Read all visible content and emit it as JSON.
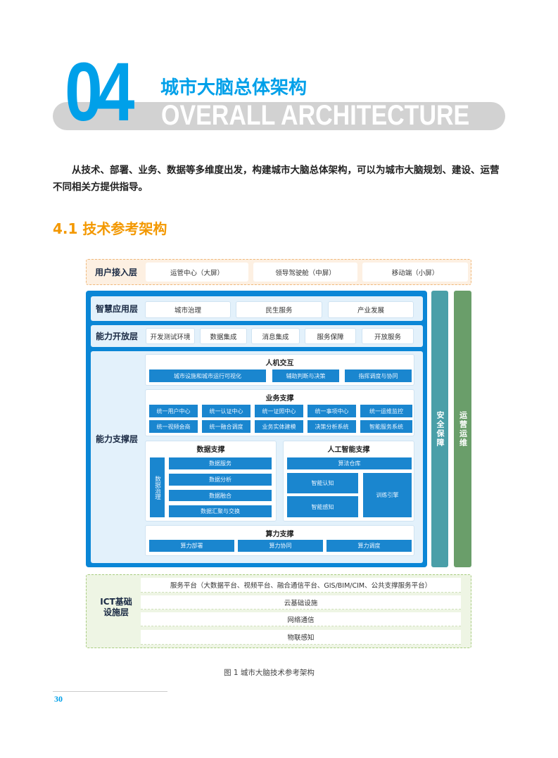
{
  "chapter": {
    "number": "04",
    "title_zh": "城市大脑总体架构",
    "title_en": "OVERALL ARCHITECTURE"
  },
  "intro": "从技术、部署、业务、数据等多维度出发，构建城市大脑总体架构，可以为城市大脑规划、建设、运营不同相关方提供指导。",
  "section": "4.1  技术参考架构",
  "diagram": {
    "user_layer": {
      "label": "用户接入层",
      "items": [
        "运管中心（大屏）",
        "领导驾驶舱（中屏）",
        "移动端（小屏）"
      ]
    },
    "app_layer": {
      "label": "智慧应用层",
      "items": [
        "城市治理",
        "民生服务",
        "产业发展"
      ]
    },
    "open_layer": {
      "label": "能力开放层",
      "items": [
        "开发测试环境",
        "数据集成",
        "消息集成",
        "服务保障",
        "开放服务"
      ]
    },
    "support_layer": {
      "label": "能力支撑层",
      "hci": {
        "title": "人机交互",
        "items": [
          "城市设施和城市运行可视化",
          "辅助判断与决策",
          "指挥调度与协同"
        ]
      },
      "biz": {
        "title": "业务支撑",
        "items": [
          "统一用户中心",
          "统一认证中心",
          "统一证照中心",
          "统一事项中心",
          "统一运维监控",
          "统一视频会商",
          "统一融合调度",
          "业务实体建模",
          "决策分析系统",
          "智能服务系统"
        ]
      },
      "data": {
        "title": "数据支撑",
        "governance": "数据治理",
        "items": [
          "数据服务",
          "数据分析",
          "数据融合",
          "数据汇聚与交换"
        ]
      },
      "ai": {
        "title": "人工智能支撑",
        "repo": "算法仓库",
        "cognition": "智能认知",
        "perception": "智能感知",
        "engine": "训练引擎"
      },
      "compute": {
        "title": "算力支撑",
        "items": [
          "算力部署",
          "算力协同",
          "算力调度"
        ]
      }
    },
    "security": "安全保障",
    "ops": "运营运维",
    "ict": {
      "label": "ICT基础设施层",
      "items": [
        "服务平台（大数据平台、视频平台、融合通信平台、GIS/BIM/CIM、公共支撑服务平台）",
        "云基础设施",
        "网络通信",
        "物联感知"
      ]
    }
  },
  "caption": "图 1 城市大脑技术参考架构",
  "page_number": "30"
}
